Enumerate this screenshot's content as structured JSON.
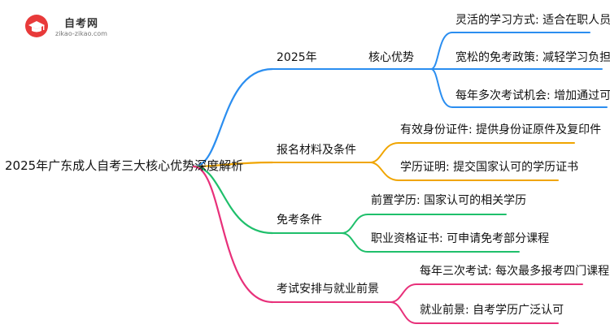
{
  "logo": {
    "title": "自考网",
    "url": "zikao-zikao.com"
  },
  "mindmap": {
    "root": "2025年广东成人自考三大核心优势深度解析",
    "branches": [
      {
        "label": "2025年",
        "sublabel": "核心优势",
        "color": "#2b8ef0",
        "leaves": [
          "灵活的学习方式: 适合在职人员",
          "宽松的免考政策: 减轻学习负担",
          "每年多次考试机会: 增加通过可能性"
        ]
      },
      {
        "label": "报名材料及条件",
        "color": "#f0a500",
        "leaves": [
          "有效身份证件: 提供身份证原件及复印件",
          "学历证明: 提交国家认可的学历证书"
        ]
      },
      {
        "label": "免考条件",
        "color": "#1fbf6b",
        "leaves": [
          "前置学历: 国家认可的相关学历",
          "职业资格证书: 可申请免考部分课程"
        ]
      },
      {
        "label": "考试安排与就业前景",
        "color": "#e8307a",
        "leaves": [
          "每年三次考试: 每次最多报考四门课程",
          "就业前景: 自考学历广泛认可"
        ]
      }
    ]
  }
}
